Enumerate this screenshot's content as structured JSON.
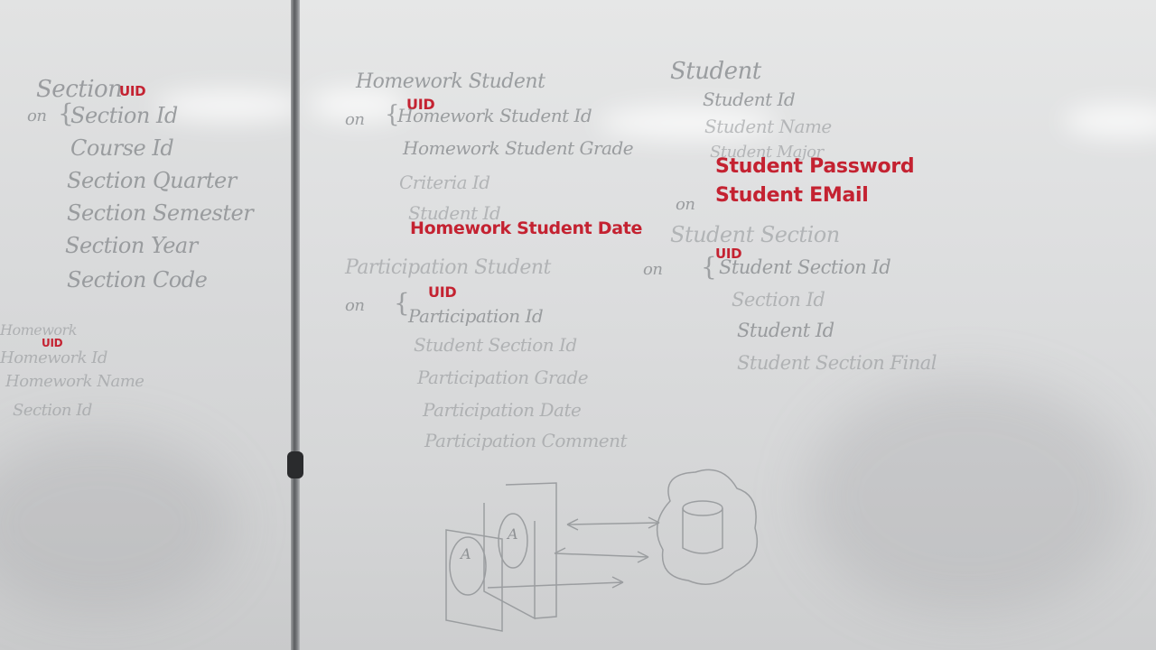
{
  "section_table": {
    "title": "Section",
    "uid_note": "UID",
    "pk_mark": "on",
    "fields": [
      "Section Id",
      "Course Id",
      "Section Quarter",
      "Section Semester",
      "Section Year",
      "Section Code"
    ]
  },
  "homework_table": {
    "title": "Homework",
    "uid_note": "UID",
    "fields": [
      "Homework Id",
      "Homework Name",
      "Section Id"
    ]
  },
  "homework_student_table": {
    "title": "Homework Student",
    "uid_note": "UID",
    "pk_mark": "on",
    "fields": [
      "Homework Student Id",
      "Homework Student Grade",
      "Criteria Id",
      "Student Id"
    ],
    "added_field": "Homework Student Date"
  },
  "participation_student_table": {
    "title": "Participation Student",
    "uid_note": "UID",
    "pk_mark": "on",
    "fields": [
      "Participation Id",
      "Student Section Id",
      "Participation Grade",
      "Participation Date",
      "Participation Comment"
    ]
  },
  "student_table": {
    "title": "Student",
    "fields": [
      "Student Id",
      "Student Name",
      "Student Major"
    ],
    "added_fields": [
      "Student Password",
      "Student EMail"
    ],
    "email_mark": "on"
  },
  "student_section_table": {
    "title": "Student Section",
    "uid_note": "UID",
    "pk_mark": "on",
    "fields": [
      "Student Section Id",
      "Section Id",
      "Student Id",
      "Student Section Final"
    ]
  },
  "sketch": {
    "page_label_1": "A",
    "page_label_2": "A"
  },
  "colors": {
    "marker_gray": "#8e9194",
    "marker_red": "#c42231",
    "board": "#dedfe0"
  }
}
